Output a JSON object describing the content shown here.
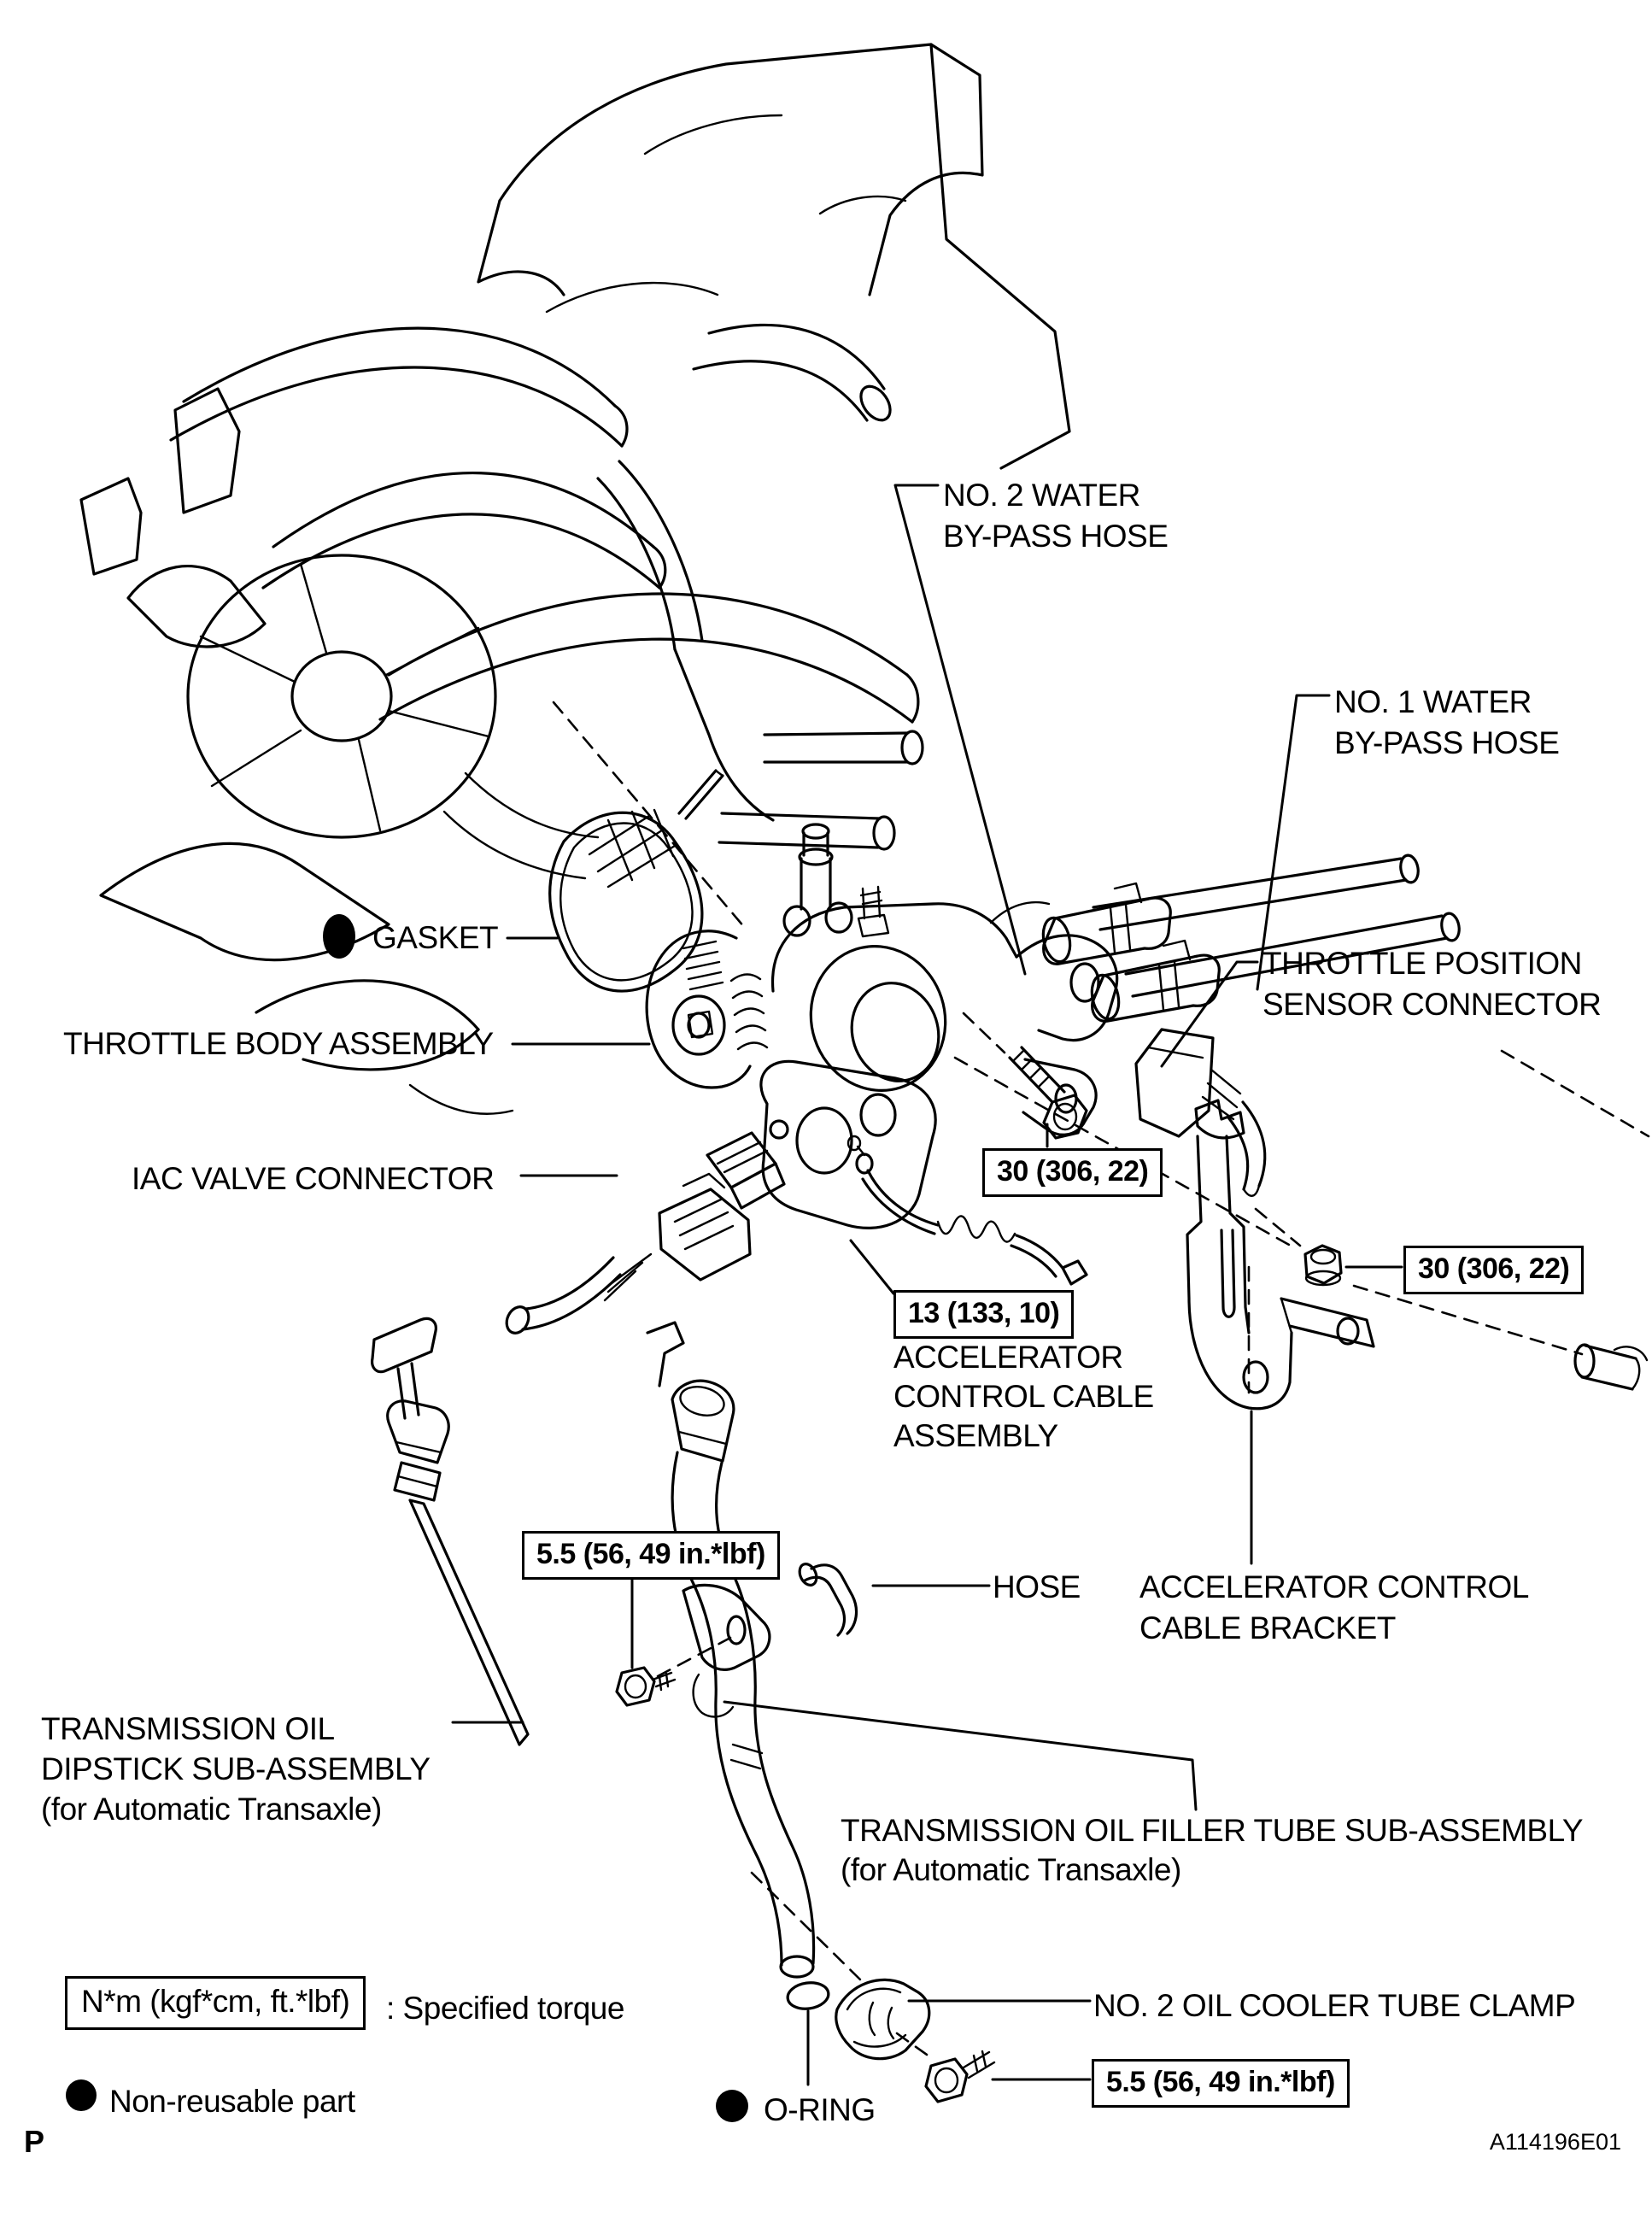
{
  "colors": {
    "line": "#000000",
    "background": "#ffffff",
    "text": "#000000"
  },
  "labels": {
    "no2_water_hose": {
      "line1": "NO. 2 WATER",
      "line2": "BY-PASS HOSE"
    },
    "no1_water_hose": {
      "line1": "NO. 1 WATER",
      "line2": "BY-PASS HOSE"
    },
    "gasket": "GASKET",
    "throttle_body": "THROTTLE BODY ASSEMBLY",
    "throttle_position_sensor": {
      "line1": "THROTTLE POSITION",
      "line2": "SENSOR CONNECTOR"
    },
    "iac_valve": "IAC VALVE CONNECTOR",
    "accelerator_cable": {
      "line1": "ACCELERATOR",
      "line2": "CONTROL CABLE",
      "line3": "ASSEMBLY"
    },
    "hose": "HOSE",
    "accelerator_bracket": {
      "line1": "ACCELERATOR CONTROL",
      "line2": "CABLE BRACKET"
    },
    "dipstick": {
      "line1": "TRANSMISSION OIL",
      "line2": "DIPSTICK SUB-ASSEMBLY",
      "line3": "(for Automatic Transaxle)"
    },
    "filler_tube": {
      "line1": "TRANSMISSION OIL FILLER TUBE SUB-ASSEMBLY",
      "line2": "(for Automatic Transaxle)"
    },
    "oil_cooler_clamp": "NO. 2 OIL COOLER TUBE CLAMP",
    "o_ring": "O-RING"
  },
  "torque_specs": {
    "throttle_body_bolt": "30 (306, 22)",
    "bracket_nut": "30 (306, 22)",
    "accelerator_cable_nut": "13 (133, 10)",
    "filler_tube_bolt": "5.5 (56, 49 in.*lbf)",
    "clamp_bolt": "5.5 (56, 49 in.*lbf)"
  },
  "legend": {
    "torque_symbol": "N*m (kgf*cm, ft.*lbf)",
    "torque_meaning": ": Specified torque",
    "non_reusable": "Non-reusable part"
  },
  "footer": {
    "page_marker": "P",
    "figure_code": "A114196E01"
  }
}
